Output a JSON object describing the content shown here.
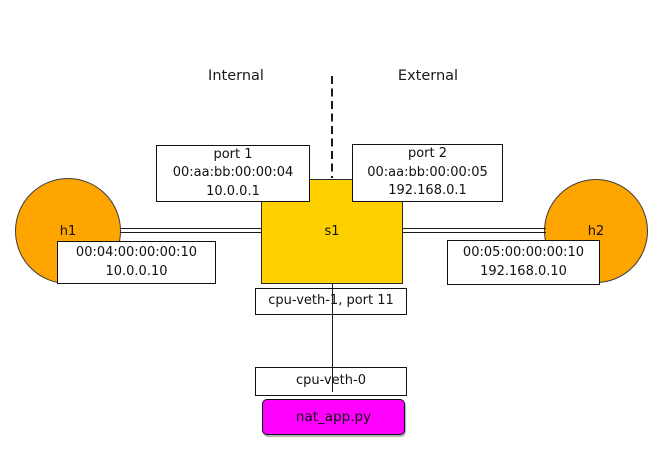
{
  "title_labels": {
    "internal": "Internal",
    "external": "External"
  },
  "colors": {
    "host_fill": "#FFA500",
    "switch_fill": "#FFD000",
    "app_fill": "#FF00FF",
    "box_fill": "#FFFFFF",
    "line": "#1A1A1A"
  },
  "hosts": {
    "h1": {
      "label": "h1",
      "mac": "00:04:00:00:00:10",
      "ip": "10.0.0.10"
    },
    "h2": {
      "label": "h2",
      "mac": "00:05:00:00:00:10",
      "ip": "192.168.0.10"
    }
  },
  "switch": {
    "label": "s1",
    "port1": {
      "name": "port 1",
      "mac": "00:aa:bb:00:00:04",
      "ip": "10.0.0.1"
    },
    "port2": {
      "name": "port 2",
      "mac": "00:aa:bb:00:00:05",
      "ip": "192.168.0.1"
    }
  },
  "cpu": {
    "veth1_label": "cpu-veth-1, port 11",
    "veth0_label": "cpu-veth-0",
    "app_label": "nat_app.py"
  }
}
